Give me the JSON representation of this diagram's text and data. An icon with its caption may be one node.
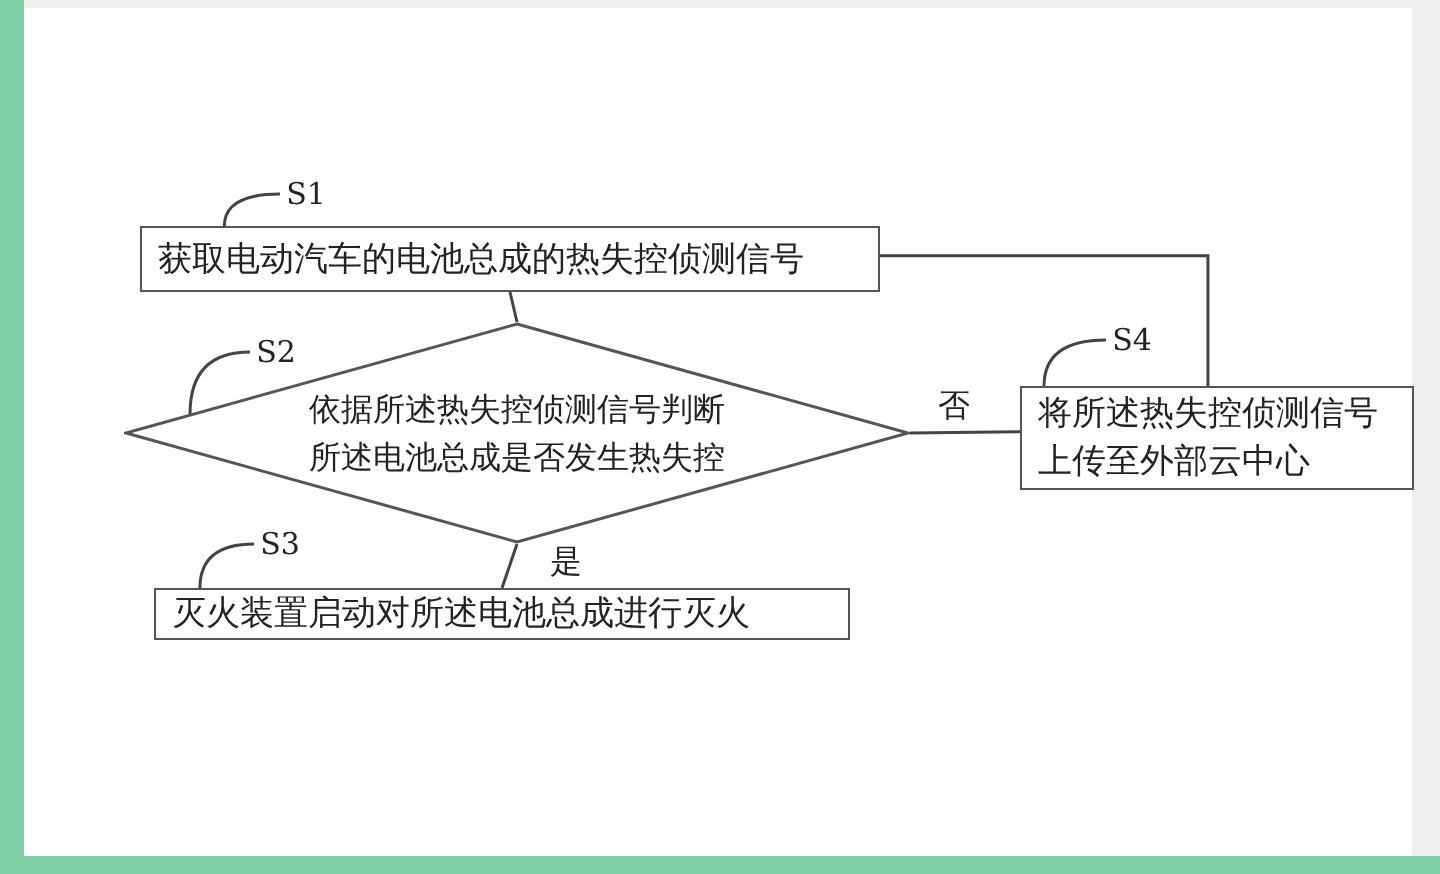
{
  "diagram": {
    "nodes": [
      {
        "text": [
          "S1"
        ]
      },
      {
        "text": [
          "获取电动汽车的电池总成的热失控侦测信号"
        ]
      },
      {
        "text": [
          "S2"
        ]
      },
      {
        "text": [
          "依据所述热失控侦测信号判断所述电池总成是否发生热失控"
        ]
      },
      {
        "text": [
          "S3"
        ]
      },
      {
        "text": [
          "灭火装置启动对所述电池总成进行灭火"
        ]
      },
      {
        "text": [
          "S4"
        ]
      },
      {
        "text": [
          "将所述热失控侦测信号上传至外部云中心"
        ]
      }
    ],
    "edges": [
      {
        "from": 0,
        "to": 1,
        "arrow": "none"
      },
      {
        "from": 1,
        "to": 3,
        "arrow": "none"
      },
      {
        "from": 2,
        "to": 3,
        "arrow": "none"
      },
      {
        "from": 3,
        "to": 5,
        "arrow": "none",
        "label": "是"
      },
      {
        "from": 4,
        "to": 5,
        "arrow": "none"
      },
      {
        "from": 3,
        "to": 7,
        "arrow": "none",
        "label": "否"
      },
      {
        "from": 6,
        "to": 7,
        "arrow": "none"
      },
      {
        "from": 7,
        "to": 1,
        "arrow": "none"
      }
    ]
  }
}
